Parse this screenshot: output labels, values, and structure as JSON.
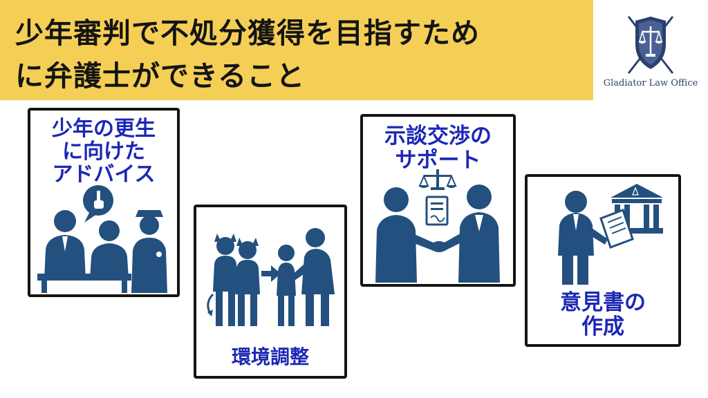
{
  "header": {
    "title_line1": "少年審判で不処分獲得を目指すため",
    "title_line2": "に弁護士ができること",
    "background_color": "#f5cf55"
  },
  "logo": {
    "text": "Gladiator Law Office",
    "icon": "shield-scales-icon",
    "color": "#2b3f6b"
  },
  "cards": [
    {
      "id": "advice",
      "label_lines": [
        "少年の更生",
        "に向けた",
        "アドバイス"
      ],
      "icon": "consultation-with-police-icon"
    },
    {
      "id": "environment",
      "label_lines": [
        "環境調整"
      ],
      "icon": "environment-adjustment-icon"
    },
    {
      "id": "settlement",
      "label_lines": [
        "示談交渉の",
        "サポート"
      ],
      "icon": "handshake-with-scales-icon"
    },
    {
      "id": "opinion",
      "label_lines": [
        "意見書の",
        "作成"
      ],
      "icon": "document-courthouse-icon"
    }
  ],
  "colors": {
    "label": "#1c27b5",
    "figure": "#23507e",
    "border": "#141414"
  }
}
